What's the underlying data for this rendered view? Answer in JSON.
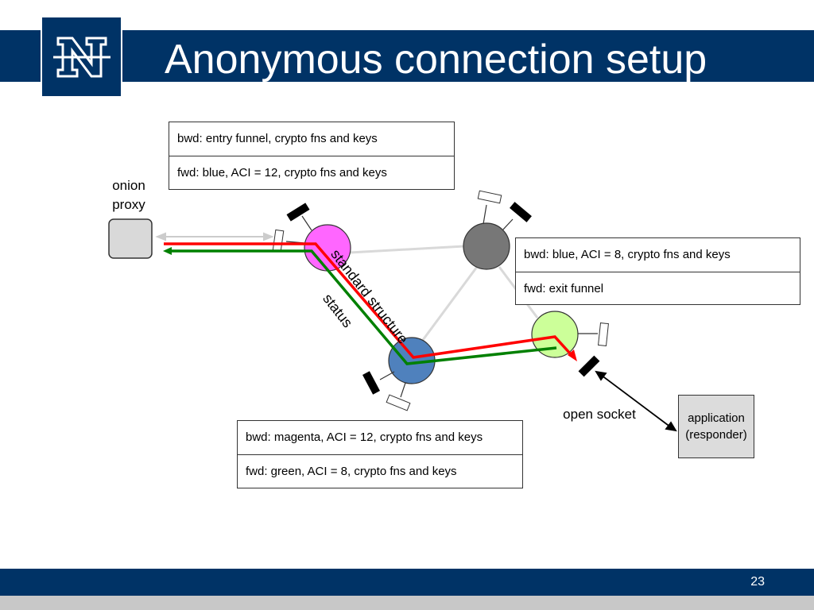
{
  "slide": {
    "title": "Anonymous connection setup",
    "page_number": "23"
  },
  "labels": {
    "onion_proxy_line1": "onion",
    "onion_proxy_line2": "proxy",
    "open_socket": "open socket",
    "standard_structure": "standard structure",
    "status": "status",
    "application_line1": "application",
    "application_line2": "(responder)"
  },
  "tables": {
    "entry": {
      "bwd": "bwd: entry funnel, crypto fns and keys",
      "fwd": "fwd: blue, ACI = 12, crypto fns and keys"
    },
    "exit": {
      "bwd": "bwd: blue, ACI = 8, crypto fns and keys",
      "fwd": "fwd: exit funnel"
    },
    "middle": {
      "bwd": "bwd: magenta, ACI = 12, crypto fns and keys",
      "fwd": "fwd: green, ACI = 8, crypto fns and keys"
    }
  },
  "colors": {
    "header": "#003366",
    "magenta_node": "#ff66ff",
    "gray_node": "#777777",
    "blue_node": "#4f81bd",
    "green_node": "#ccff99",
    "red_path": "#ff0000",
    "green_path": "#008000",
    "link": "#d9d9d9"
  }
}
